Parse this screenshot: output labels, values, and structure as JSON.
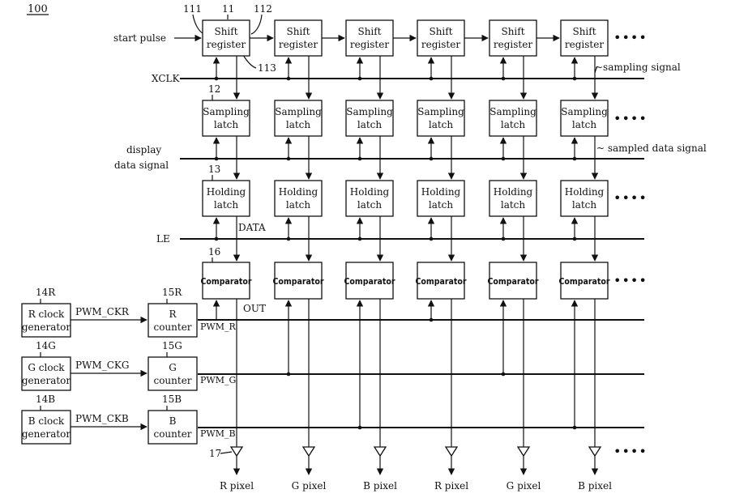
{
  "figure_ref": "100",
  "ref_numbers": {
    "sr_group": "11",
    "sr_in": "111",
    "sr_out": "112",
    "sr_clk": "113",
    "sampling": "12",
    "holding": "13",
    "comparator": "16",
    "r_gen": "14R",
    "g_gen": "14G",
    "b_gen": "14B",
    "r_cnt": "15R",
    "g_cnt": "15G",
    "b_cnt": "15B",
    "buffer": "17"
  },
  "inputs": {
    "start_pulse": "start pulse",
    "xclk": "XCLK",
    "display_data_1": "display",
    "display_data_2": "data signal",
    "le": "LE"
  },
  "signals": {
    "sampling_signal": "~sampling signal",
    "sampled_data_signal": "~ sampled data signal",
    "data": "DATA",
    "out": "OUT",
    "pwm_r": "PWM_R",
    "pwm_g": "PWM_G",
    "pwm_b": "PWM_B",
    "pwm_ckr": "PWM_CKR",
    "pwm_ckg": "PWM_CKG",
    "pwm_ckb": "PWM_CKB"
  },
  "blocks": {
    "shift_1": "Shift",
    "shift_2": "register",
    "sampling_1": "Sampling",
    "sampling_2": "latch",
    "holding_1": "Holding",
    "holding_2": "latch",
    "comparator": "Comparator"
  },
  "generators": [
    {
      "l1": "R clock",
      "l2": "generator"
    },
    {
      "l1": "G clock",
      "l2": "generator"
    },
    {
      "l1": "B clock",
      "l2": "generator"
    }
  ],
  "counters": [
    {
      "l1": "R",
      "l2": "counter"
    },
    {
      "l1": "G",
      "l2": "counter"
    },
    {
      "l1": "B",
      "l2": "counter"
    }
  ],
  "pixels": [
    "R pixel",
    "G pixel",
    "B pixel",
    "R pixel",
    "G pixel",
    "B pixel"
  ],
  "continuation": "••••"
}
